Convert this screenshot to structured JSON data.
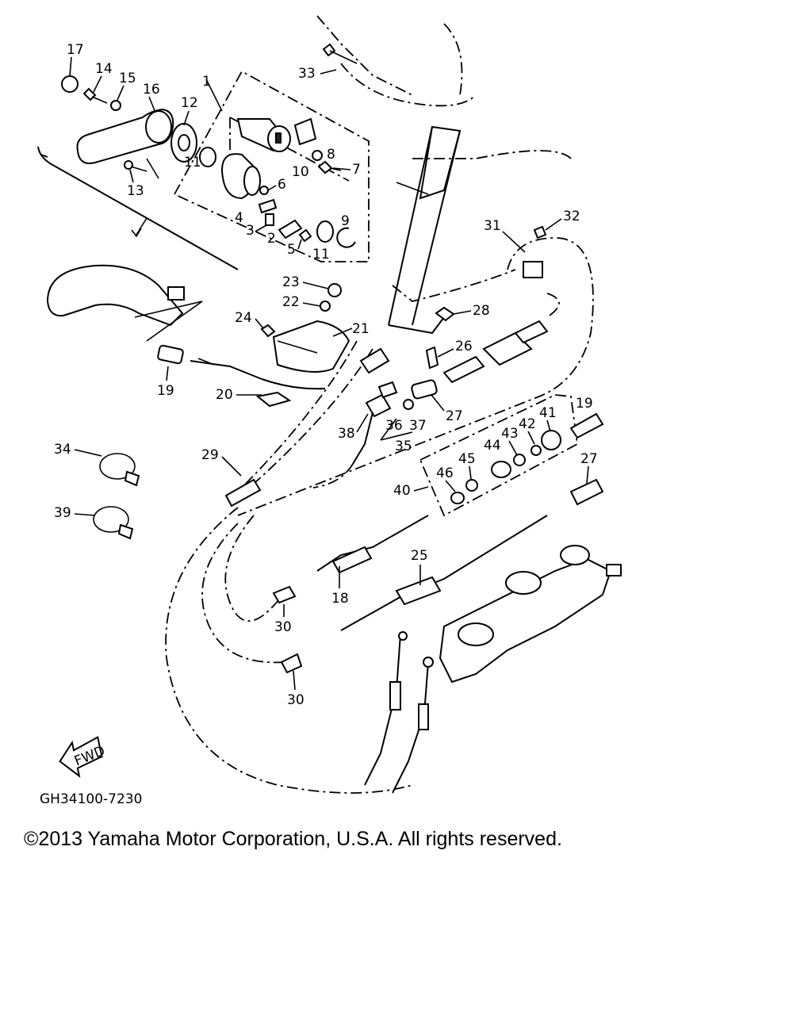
{
  "diagram": {
    "code": "GH34100-7230",
    "fwd_label": "FWD",
    "callouts": [
      "1",
      "2",
      "3",
      "4",
      "5",
      "6",
      "7",
      "8",
      "9",
      "10",
      "11",
      "12",
      "13",
      "14",
      "15",
      "16",
      "17",
      "18",
      "19",
      "20",
      "21",
      "22",
      "23",
      "24",
      "25",
      "26",
      "27",
      "28",
      "29",
      "30",
      "31",
      "32",
      "33",
      "34",
      "35",
      "36",
      "37",
      "38",
      "39",
      "40",
      "41",
      "42",
      "43",
      "44",
      "45",
      "46"
    ]
  },
  "footer": {
    "copyright": "©2013 Yamaha Motor Corporation, U.S.A. All rights reserved."
  }
}
